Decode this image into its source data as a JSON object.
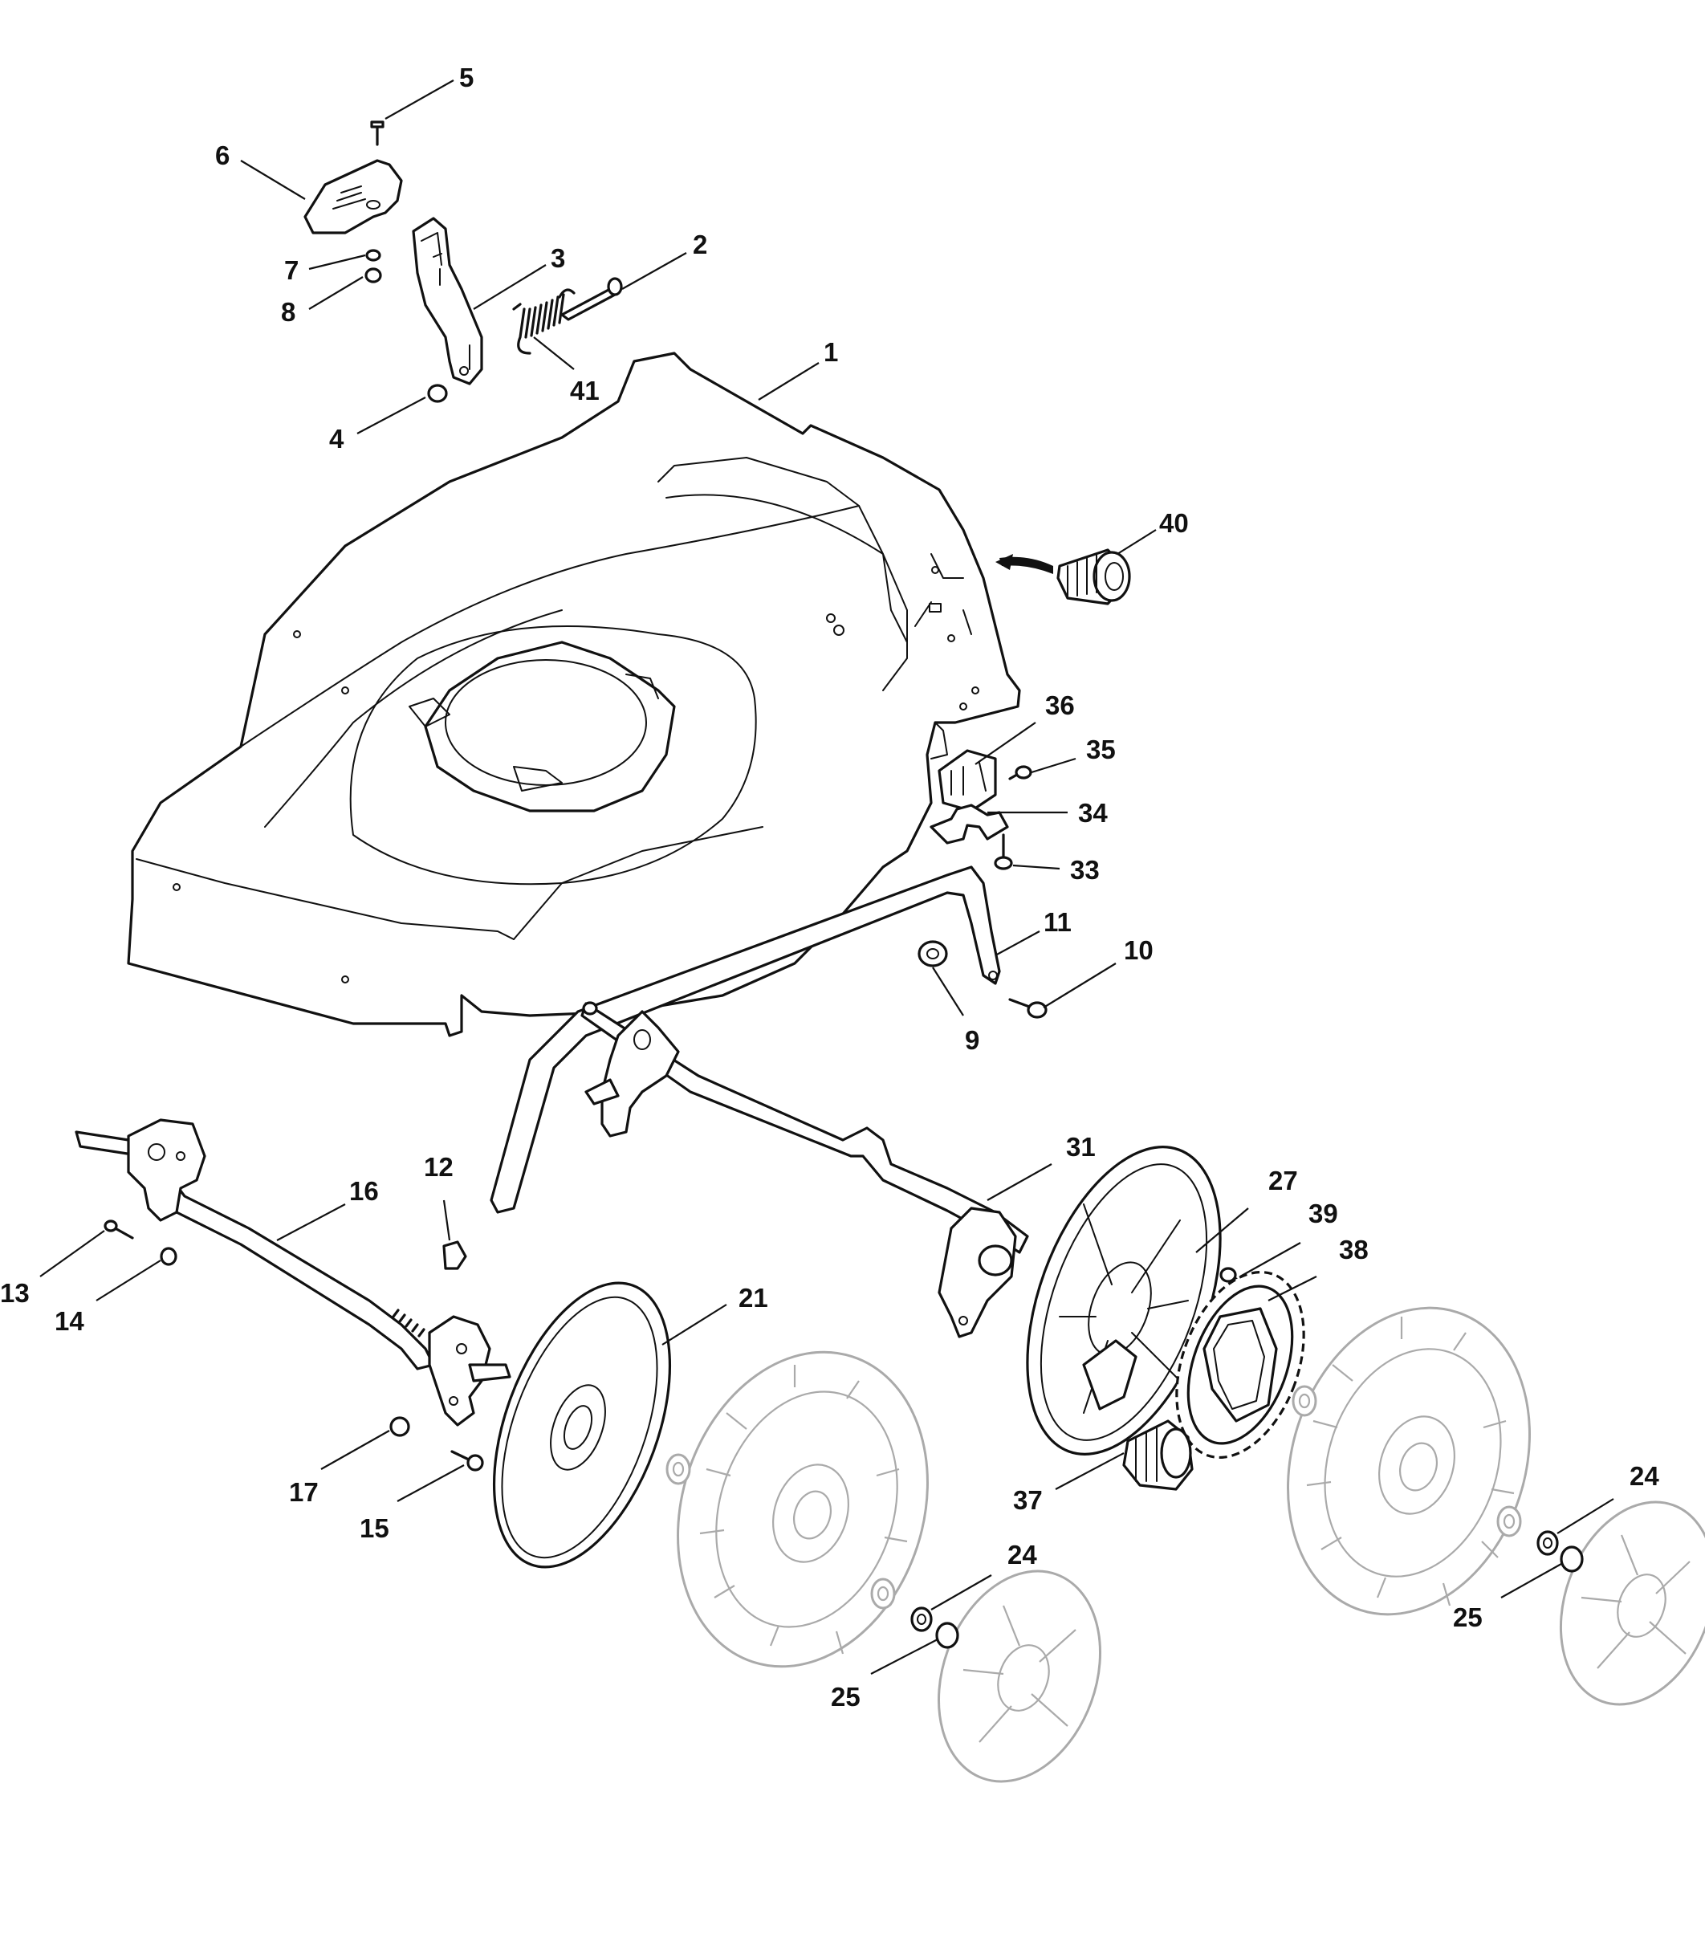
{
  "diagram": {
    "callouts": [
      {
        "id": "c5",
        "label": "5"
      },
      {
        "id": "c6",
        "label": "6"
      },
      {
        "id": "c7",
        "label": "7"
      },
      {
        "id": "c8",
        "label": "8"
      },
      {
        "id": "c3",
        "label": "3"
      },
      {
        "id": "c2",
        "label": "2"
      },
      {
        "id": "c41",
        "label": "41"
      },
      {
        "id": "c4",
        "label": "4"
      },
      {
        "id": "c1",
        "label": "1"
      },
      {
        "id": "c40",
        "label": "40"
      },
      {
        "id": "c36",
        "label": "36"
      },
      {
        "id": "c35",
        "label": "35"
      },
      {
        "id": "c34",
        "label": "34"
      },
      {
        "id": "c33",
        "label": "33"
      },
      {
        "id": "c11",
        "label": "11"
      },
      {
        "id": "c10",
        "label": "10"
      },
      {
        "id": "c9",
        "label": "9"
      },
      {
        "id": "c31",
        "label": "31"
      },
      {
        "id": "c27",
        "label": "27"
      },
      {
        "id": "c39",
        "label": "39"
      },
      {
        "id": "c38",
        "label": "38"
      },
      {
        "id": "c12",
        "label": "12"
      },
      {
        "id": "c16",
        "label": "16"
      },
      {
        "id": "c13",
        "label": "13"
      },
      {
        "id": "c14",
        "label": "14"
      },
      {
        "id": "c21",
        "label": "21"
      },
      {
        "id": "c17",
        "label": "17"
      },
      {
        "id": "c15",
        "label": "15"
      },
      {
        "id": "c37",
        "label": "37"
      },
      {
        "id": "c24a",
        "label": "24"
      },
      {
        "id": "c25a",
        "label": "25"
      },
      {
        "id": "c24b",
        "label": "24"
      },
      {
        "id": "c25b",
        "label": "25"
      }
    ]
  },
  "colors": {
    "line": "#111111",
    "ghost": "#aaaaaa",
    "background": "#ffffff"
  }
}
